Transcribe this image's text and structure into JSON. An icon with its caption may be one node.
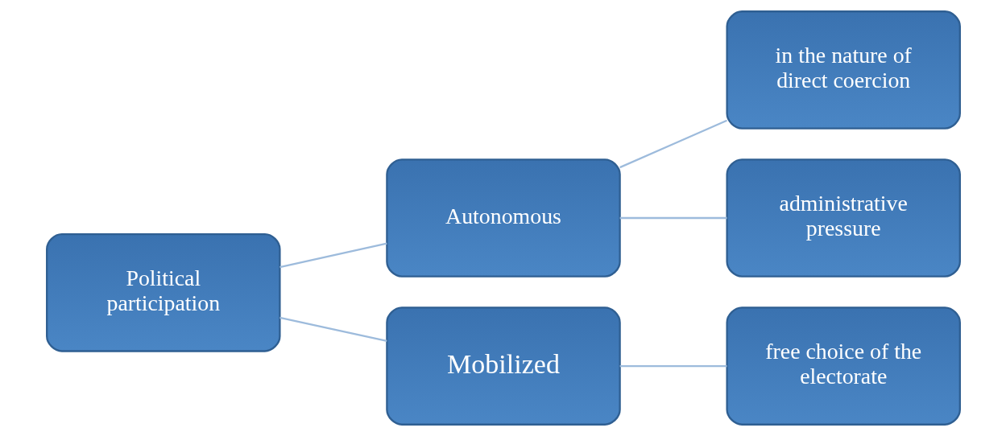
{
  "diagram": {
    "nodes": [
      {
        "text": [
          "Political participation"
        ]
      },
      {
        "text": [
          "Autonomous"
        ]
      },
      {
        "text": [
          "in the nature of direct coercion"
        ]
      },
      {
        "text": [
          "administrative pressure"
        ]
      },
      {
        "text": [
          "Mobilized"
        ]
      },
      {
        "text": [
          "free choice of the electorate"
        ]
      }
    ],
    "edges": [
      {
        "from": 0,
        "to": 1,
        "arrow": "none"
      },
      {
        "from": 0,
        "to": 4,
        "arrow": "none"
      },
      {
        "from": 1,
        "to": 2,
        "arrow": "none"
      },
      {
        "from": 1,
        "to": 3,
        "arrow": "none"
      },
      {
        "from": 4,
        "to": 5,
        "arrow": "none"
      }
    ]
  }
}
